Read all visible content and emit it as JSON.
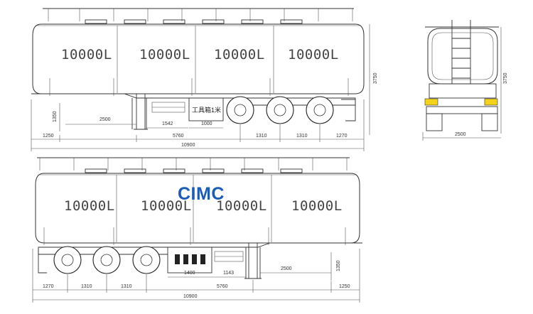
{
  "brand": "CIMC",
  "top_view": {
    "compartments": [
      "10000L",
      "10000L",
      "10000L",
      "10000L"
    ],
    "toolbox_label": "工具箱1米",
    "dims": {
      "height": "3750",
      "frame_height": "1350",
      "kingpin_front": "1250",
      "kingpin_to_axle": "5760",
      "axle_spacing_1": "1310",
      "axle_spacing_2": "1310",
      "rear_overhang": "1270",
      "total_length": "10900",
      "leg_offset": "2500",
      "leg_to_box": "1542",
      "toolbox_length": "1000"
    }
  },
  "bottom_view": {
    "compartments": [
      "10000L",
      "10000L",
      "10000L",
      "10000L"
    ],
    "dims": {
      "rear_overhang": "1270",
      "axle_spacing_1": "1310",
      "axle_spacing_2": "1310",
      "kingpin_to_axle": "5760",
      "kingpin_front": "1250",
      "total_length": "10900",
      "box_length": "1400",
      "box_to_leg": "1143",
      "leg_offset": "2500",
      "frame_height": "1350"
    }
  },
  "rear_view": {
    "dims": {
      "height": "3750",
      "width": "2500"
    }
  },
  "colors": {
    "brand": "#1a5cb8",
    "lamp": "#f3d21a",
    "line": "#333333"
  }
}
